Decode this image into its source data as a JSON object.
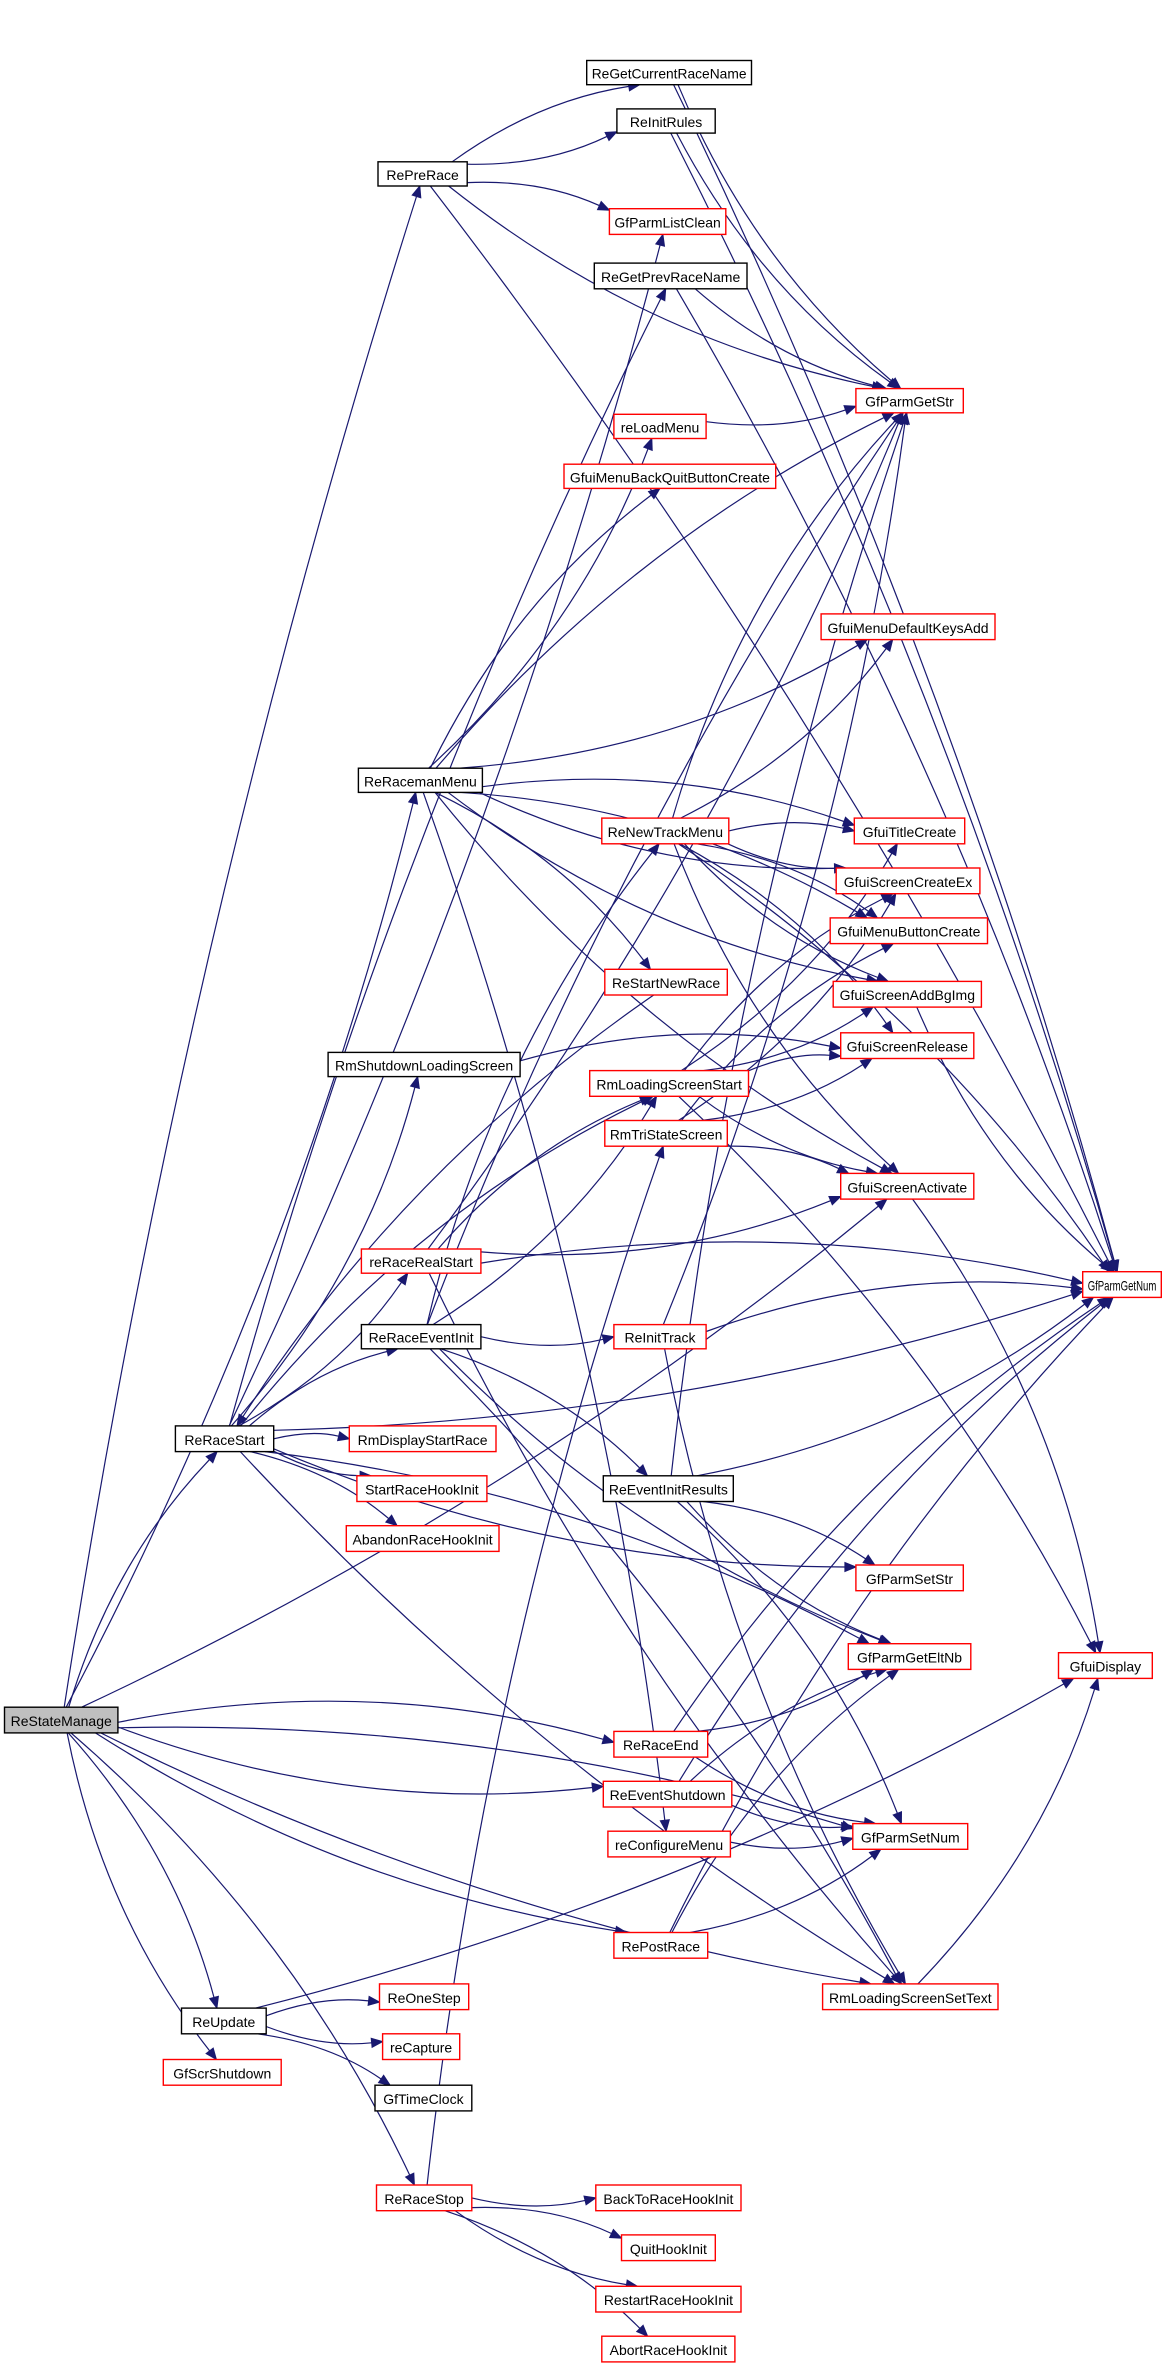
{
  "diagram": {
    "title": "ReStateManage call graph",
    "root": "ReStateManage",
    "colors": {
      "edge": "#191970",
      "defined_border": "#000000",
      "undefined_border": "#ff0000",
      "root_fill": "#bfbfbf"
    },
    "nodes": [
      {
        "id": "ReStateManage",
        "label": "ReStateManage",
        "kind": "root"
      },
      {
        "id": "RePreRace",
        "label": "RePreRace",
        "kind": "defined"
      },
      {
        "id": "ReGetCurrentRaceName",
        "label": "ReGetCurrentRaceName",
        "kind": "defined"
      },
      {
        "id": "ReInitRules",
        "label": "ReInitRules",
        "kind": "defined"
      },
      {
        "id": "GfParmListClean",
        "label": "GfParmListClean",
        "kind": "undefined"
      },
      {
        "id": "ReGetPrevRaceName",
        "label": "ReGetPrevRaceName",
        "kind": "defined"
      },
      {
        "id": "GfParmGetStr",
        "label": "GfParmGetStr",
        "kind": "undefined"
      },
      {
        "id": "reLoadMenu",
        "label": "reLoadMenu",
        "kind": "undefined"
      },
      {
        "id": "GfuiMenuBackQuitButtonCreate",
        "label": "GfuiMenuBackQuitButtonCreate",
        "kind": "undefined"
      },
      {
        "id": "GfuiMenuDefaultKeysAdd",
        "label": "GfuiMenuDefaultKeysAdd",
        "kind": "undefined"
      },
      {
        "id": "ReRacemanMenu",
        "label": "ReRacemanMenu",
        "kind": "defined"
      },
      {
        "id": "ReNewTrackMenu",
        "label": "ReNewTrackMenu",
        "kind": "undefined"
      },
      {
        "id": "GfuiTitleCreate",
        "label": "GfuiTitleCreate",
        "kind": "undefined"
      },
      {
        "id": "GfuiScreenCreateEx",
        "label": "GfuiScreenCreateEx",
        "kind": "undefined"
      },
      {
        "id": "GfuiMenuButtonCreate",
        "label": "GfuiMenuButtonCreate",
        "kind": "undefined"
      },
      {
        "id": "ReStartNewRace",
        "label": "ReStartNewRace",
        "kind": "undefined"
      },
      {
        "id": "GfuiScreenAddBgImg",
        "label": "GfuiScreenAddBgImg",
        "kind": "undefined"
      },
      {
        "id": "GfuiScreenRelease",
        "label": "GfuiScreenRelease",
        "kind": "undefined"
      },
      {
        "id": "RmShutdownLoadingScreen",
        "label": "RmShutdownLoadingScreen",
        "kind": "defined"
      },
      {
        "id": "RmLoadingScreenStart",
        "label": "RmLoadingScreenStart",
        "kind": "undefined"
      },
      {
        "id": "RmTriStateScreen",
        "label": "RmTriStateScreen",
        "kind": "undefined"
      },
      {
        "id": "GfuiScreenActivate",
        "label": "GfuiScreenActivate",
        "kind": "undefined"
      },
      {
        "id": "reRaceRealStart",
        "label": "reRaceRealStart",
        "kind": "undefined"
      },
      {
        "id": "GfParmGetNum",
        "label": "GfParmGetNum",
        "kind": "undefined"
      },
      {
        "id": "ReRaceEventInit",
        "label": "ReRaceEventInit",
        "kind": "defined"
      },
      {
        "id": "ReInitTrack",
        "label": "ReInitTrack",
        "kind": "undefined"
      },
      {
        "id": "ReRaceStart",
        "label": "ReRaceStart",
        "kind": "defined"
      },
      {
        "id": "RmDisplayStartRace",
        "label": "RmDisplayStartRace",
        "kind": "undefined"
      },
      {
        "id": "StartRaceHookInit",
        "label": "StartRaceHookInit",
        "kind": "undefined"
      },
      {
        "id": "ReEventInitResults",
        "label": "ReEventInitResults",
        "kind": "defined"
      },
      {
        "id": "AbandonRaceHookInit",
        "label": "AbandonRaceHookInit",
        "kind": "undefined"
      },
      {
        "id": "GfParmSetStr",
        "label": "GfParmSetStr",
        "kind": "undefined"
      },
      {
        "id": "GfParmGetEltNb",
        "label": "GfParmGetEltNb",
        "kind": "undefined"
      },
      {
        "id": "GfuiDisplay",
        "label": "GfuiDisplay",
        "kind": "undefined"
      },
      {
        "id": "ReRaceEnd",
        "label": "ReRaceEnd",
        "kind": "undefined"
      },
      {
        "id": "ReEventShutdown",
        "label": "ReEventShutdown",
        "kind": "undefined"
      },
      {
        "id": "reConfigureMenu",
        "label": "reConfigureMenu",
        "kind": "undefined"
      },
      {
        "id": "GfParmSetNum",
        "label": "GfParmSetNum",
        "kind": "undefined"
      },
      {
        "id": "RePostRace",
        "label": "RePostRace",
        "kind": "undefined"
      },
      {
        "id": "RmLoadingScreenSetText",
        "label": "RmLoadingScreenSetText",
        "kind": "undefined"
      },
      {
        "id": "ReUpdate",
        "label": "ReUpdate",
        "kind": "defined"
      },
      {
        "id": "ReOneStep",
        "label": "ReOneStep",
        "kind": "undefined"
      },
      {
        "id": "reCapture",
        "label": "reCapture",
        "kind": "undefined"
      },
      {
        "id": "GfScrShutdown",
        "label": "GfScrShutdown",
        "kind": "undefined"
      },
      {
        "id": "GfTimeClock",
        "label": "GfTimeClock",
        "kind": "defined"
      },
      {
        "id": "ReRaceStop",
        "label": "ReRaceStop",
        "kind": "undefined"
      },
      {
        "id": "BackToRaceHookInit",
        "label": "BackToRaceHookInit",
        "kind": "undefined"
      },
      {
        "id": "QuitHookInit",
        "label": "QuitHookInit",
        "kind": "undefined"
      },
      {
        "id": "RestartRaceHookInit",
        "label": "RestartRaceHookInit",
        "kind": "undefined"
      },
      {
        "id": "AbortRaceHookInit",
        "label": "AbortRaceHookInit",
        "kind": "undefined"
      }
    ],
    "edges": [
      [
        "ReStateManage",
        "RePreRace"
      ],
      [
        "ReStateManage",
        "ReRacemanMenu"
      ],
      [
        "ReStateManage",
        "ReRaceStart"
      ],
      [
        "ReStateManage",
        "GfuiScreenActivate"
      ],
      [
        "ReStateManage",
        "ReRaceEnd"
      ],
      [
        "ReStateManage",
        "ReEventShutdown"
      ],
      [
        "ReStateManage",
        "GfParmSetNum"
      ],
      [
        "ReStateManage",
        "RePostRace"
      ],
      [
        "ReStateManage",
        "ReUpdate"
      ],
      [
        "ReStateManage",
        "GfScrShutdown"
      ],
      [
        "ReStateManage",
        "ReRaceStop"
      ],
      [
        "ReStateManage",
        "RmLoadingScreenSetText"
      ],
      [
        "RePreRace",
        "ReGetCurrentRaceName"
      ],
      [
        "RePreRace",
        "ReInitRules"
      ],
      [
        "RePreRace",
        "GfParmListClean"
      ],
      [
        "RePreRace",
        "GfParmGetStr"
      ],
      [
        "RePreRace",
        "GfParmGetNum"
      ],
      [
        "ReGetCurrentRaceName",
        "GfParmGetStr"
      ],
      [
        "ReGetCurrentRaceName",
        "GfParmGetNum"
      ],
      [
        "ReInitRules",
        "GfParmGetStr"
      ],
      [
        "ReInitRules",
        "GfParmGetNum"
      ],
      [
        "ReGetPrevRaceName",
        "GfParmGetStr"
      ],
      [
        "ReGetPrevRaceName",
        "GfParmGetNum"
      ],
      [
        "reLoadMenu",
        "GfParmGetStr"
      ],
      [
        "ReRacemanMenu",
        "GfParmGetStr"
      ],
      [
        "ReRacemanMenu",
        "reLoadMenu"
      ],
      [
        "ReRacemanMenu",
        "GfuiMenuBackQuitButtonCreate"
      ],
      [
        "ReRacemanMenu",
        "GfuiMenuDefaultKeysAdd"
      ],
      [
        "ReRacemanMenu",
        "GfuiTitleCreate"
      ],
      [
        "ReRacemanMenu",
        "GfuiScreenCreateEx"
      ],
      [
        "ReRacemanMenu",
        "GfuiMenuButtonCreate"
      ],
      [
        "ReRacemanMenu",
        "GfuiScreenAddBgImg"
      ],
      [
        "ReRacemanMenu",
        "ReStartNewRace"
      ],
      [
        "ReRacemanMenu",
        "GfuiScreenActivate"
      ],
      [
        "ReRacemanMenu",
        "reConfigureMenu"
      ],
      [
        "ReRaceStart",
        "GfParmListClean"
      ],
      [
        "ReRaceStart",
        "ReGetPrevRaceName"
      ],
      [
        "ReRaceStart",
        "RmShutdownLoadingScreen"
      ],
      [
        "ReRaceStart",
        "RmLoadingScreenStart"
      ],
      [
        "ReRaceStart",
        "reRaceRealStart"
      ],
      [
        "ReRaceStart",
        "ReRaceEventInit"
      ],
      [
        "ReRaceStart",
        "GfParmGetNum"
      ],
      [
        "ReRaceStart",
        "RmDisplayStartRace"
      ],
      [
        "ReRaceStart",
        "StartRaceHookInit"
      ],
      [
        "ReRaceStart",
        "AbandonRaceHookInit"
      ],
      [
        "ReRaceStart",
        "GfParmSetStr"
      ],
      [
        "ReRaceStart",
        "GfParmGetEltNb"
      ],
      [
        "ReRaceStart",
        "RmLoadingScreenSetText"
      ],
      [
        "ReNewTrackMenu",
        "GfParmGetStr"
      ],
      [
        "ReNewTrackMenu",
        "GfuiMenuDefaultKeysAdd"
      ],
      [
        "ReNewTrackMenu",
        "GfuiTitleCreate"
      ],
      [
        "ReNewTrackMenu",
        "GfuiScreenCreateEx"
      ],
      [
        "ReNewTrackMenu",
        "GfuiMenuButtonCreate"
      ],
      [
        "ReNewTrackMenu",
        "GfuiScreenAddBgImg"
      ],
      [
        "ReNewTrackMenu",
        "GfuiScreenRelease"
      ],
      [
        "ReNewTrackMenu",
        "GfuiScreenActivate"
      ],
      [
        "ReNewTrackMenu",
        "GfParmGetNum"
      ],
      [
        "ReStartNewRace",
        "ReRaceStart"
      ],
      [
        "RmShutdownLoadingScreen",
        "GfuiScreenRelease"
      ],
      [
        "RmLoadingScreenStart",
        "GfuiTitleCreate"
      ],
      [
        "RmLoadingScreenStart",
        "GfuiScreenCreateEx"
      ],
      [
        "RmLoadingScreenStart",
        "GfuiScreenAddBgImg"
      ],
      [
        "RmLoadingScreenStart",
        "GfuiScreenRelease"
      ],
      [
        "RmLoadingScreenStart",
        "GfuiScreenActivate"
      ],
      [
        "RmLoadingScreenStart",
        "GfuiDisplay"
      ],
      [
        "RmTriStateScreen",
        "GfuiScreenCreateEx"
      ],
      [
        "RmTriStateScreen",
        "GfuiMenuButtonCreate"
      ],
      [
        "RmTriStateScreen",
        "GfuiScreenRelease"
      ],
      [
        "RmTriStateScreen",
        "GfuiScreenActivate"
      ],
      [
        "GfuiScreenAddBgImg",
        "GfParmGetNum"
      ],
      [
        "GfuiScreenActivate",
        "GfuiDisplay"
      ],
      [
        "reRaceRealStart",
        "GfParmGetStr"
      ],
      [
        "reRaceRealStart",
        "RmLoadingScreenStart"
      ],
      [
        "reRaceRealStart",
        "GfuiScreenActivate"
      ],
      [
        "reRaceRealStart",
        "GfParmGetNum"
      ],
      [
        "reRaceRealStart",
        "RmLoadingScreenSetText"
      ],
      [
        "ReRaceEventInit",
        "ReNewTrackMenu"
      ],
      [
        "ReRaceEventInit",
        "RmLoadingScreenStart"
      ],
      [
        "ReRaceEventInit",
        "GfParmGetStr"
      ],
      [
        "ReRaceEventInit",
        "ReInitTrack"
      ],
      [
        "ReRaceEventInit",
        "ReEventInitResults"
      ],
      [
        "ReRaceEventInit",
        "GfParmGetEltNb"
      ],
      [
        "ReRaceEventInit",
        "RmLoadingScreenSetText"
      ],
      [
        "ReInitTrack",
        "GfParmGetStr"
      ],
      [
        "ReInitTrack",
        "GfParmGetNum"
      ],
      [
        "ReInitTrack",
        "RmLoadingScreenSetText"
      ],
      [
        "ReEventInitResults",
        "GfParmGetStr"
      ],
      [
        "ReEventInitResults",
        "GfParmGetNum"
      ],
      [
        "ReEventInitResults",
        "GfParmSetStr"
      ],
      [
        "ReEventInitResults",
        "GfParmGetEltNb"
      ],
      [
        "ReEventInitResults",
        "GfParmSetNum"
      ],
      [
        "ReRaceEnd",
        "GfParmGetEltNb"
      ],
      [
        "ReRaceEnd",
        "GfParmGetNum"
      ],
      [
        "ReRaceEnd",
        "GfParmSetNum"
      ],
      [
        "ReEventShutdown",
        "GfParmGetEltNb"
      ],
      [
        "ReEventShutdown",
        "GfParmSetNum"
      ],
      [
        "ReEventShutdown",
        "GfParmGetNum"
      ],
      [
        "reConfigureMenu",
        "GfParmSetNum"
      ],
      [
        "RePostRace",
        "GfParmGetEltNb"
      ],
      [
        "RePostRace",
        "GfParmSetNum"
      ],
      [
        "RePostRace",
        "GfParmGetNum"
      ],
      [
        "RmLoadingScreenSetText",
        "GfuiDisplay"
      ],
      [
        "ReUpdate",
        "ReOneStep"
      ],
      [
        "ReUpdate",
        "reCapture"
      ],
      [
        "ReUpdate",
        "GfTimeClock"
      ],
      [
        "ReUpdate",
        "GfuiDisplay"
      ],
      [
        "ReRaceStop",
        "RmTriStateScreen"
      ],
      [
        "ReRaceStop",
        "BackToRaceHookInit"
      ],
      [
        "ReRaceStop",
        "QuitHookInit"
      ],
      [
        "ReRaceStop",
        "RestartRaceHookInit"
      ],
      [
        "ReRaceStop",
        "AbortRaceHookInit"
      ]
    ]
  }
}
